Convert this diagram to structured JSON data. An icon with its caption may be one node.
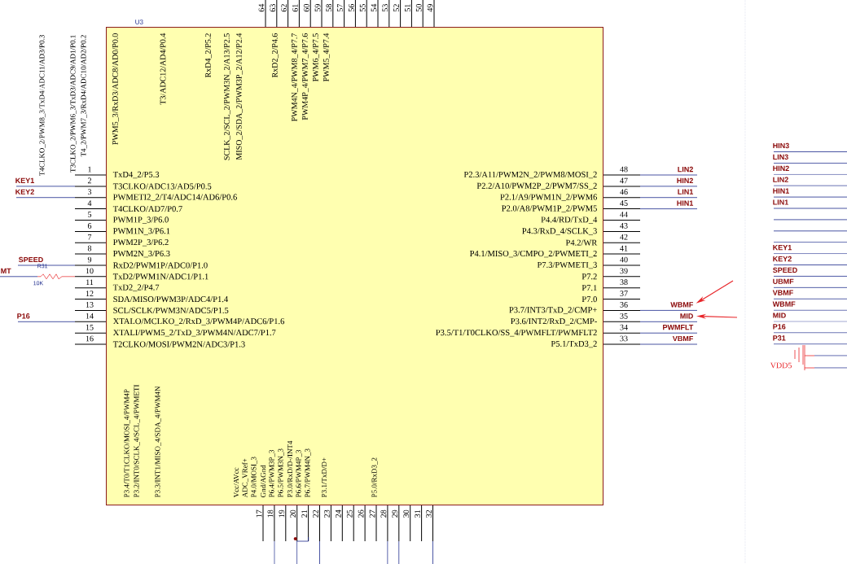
{
  "diagram": {
    "nodes": [
      {
        "text": [
          "TxD4_2/P5.3",
          "T3CLKO/ADC13/AD5/P0.5",
          "PWMETI2_2/T4/ADC14/AD6/P0.6",
          "T4CLKO/AD7/P0.7",
          "PWM1P_3/P6.0",
          "PWM1N_3/P6.1",
          "PWM2P_3/P6.2",
          "PWM2N_3/P6.3",
          "RxD2/PWM1P/ADC0/P1.0",
          "TxD2/PWM1N/ADC1/P1.1",
          "TxD2_2/P4.7",
          "SDA/MISO/PWM3P/ADC4/P1.4",
          "SCL/SCLK/PWM3N/ADC5/P1.5",
          "XTALO/MCLKO_2/RxD_3/PWM4P/ADC6/P1.6",
          "XTALI/PWM5_2/TxD_3/PWM4N/ADC7/P1.7",
          "T2CLKO/MOSI/PWM2N/ADC3/P1.3",
          "P2.3/A11/PWM2N_2/PWM8/MOSI_2",
          "P2.2/A10/PWM2P_2/PWM7/SS_2",
          "P2.1/A9/PWM1N_2/PWM6",
          "P2.0/A8/PWM1P_2/PWM5",
          "P4.4/RD/TxD_4",
          "P4.3/RxD_4/SCLK_3",
          "P4.2/WR",
          "P4.1/MISO_3/CMPO_2/PWMETI_2",
          "P7.3/PWMETI_3",
          "P7.2",
          "P7.1",
          "P7.0",
          "P3.7/INT3/TxD_2/CMP+",
          "P3.6/INT2/RxD_2/CMP-",
          "P3.5/T1/T0CLKO/SS_4/PWMFLT/PWMFLT2",
          "P5.1/TxD3_2",
          "PWM5_3/RxD3/ADC8/AD0/P0.0",
          "T3/ADC12/AD4/P0.4",
          "RxD4_2/P5.2",
          "SCLK_2/SCL_2/PWM3N_2/A13/P2.5",
          "MISO_2/SDA_2/PWM3P_2/A12/P2.4",
          "RxD2_2/P4.6",
          "PWM4N_4/PWM8_4/P7.7",
          "PWM4P_4/PWM7_4/P7.6",
          "PWM6_4/P7.5",
          "PWM5_4/P7.4",
          "P3.4/T0/T1CLKO/MOSI_4/PWM4P",
          "P3.2/INT0/SCLK_4/SCL_4/PWMETI",
          "P3.3/INT1/MISO_4/SDA_4/PWM4N",
          "Vcc/AVcc",
          "ADC_VRef+",
          "P4.0/MOSI_3",
          "Gnd/AGnd",
          "P6.4/PWM3P_3",
          "P6.5/PWM3N_3",
          "P3.0/RxD/D-/INT4",
          "P6.6/PWM4P_3",
          "P6.7/PWM4N_3",
          "P3.1/TxD/D+",
          "P5.0/RxD3_2"
        ]
      },
      {
        "text": [
          "WBMF"
        ]
      },
      {
        "text": [
          "MID"
        ]
      }
    ],
    "edges": [
      {
        "from": null,
        "to": 1,
        "arrow": "to"
      },
      {
        "from": null,
        "to": 2,
        "arrow": "to"
      }
    ],
    "labels": [
      "U3",
      "64",
      "63",
      "62",
      "61",
      "60",
      "59",
      "58",
      "57",
      "56",
      "55",
      "54",
      "53",
      "52",
      "51",
      "50",
      "49",
      "T4CLKO_2/PWM8_3/TxD4/ADC11/AD3/P0.3",
      "T3CLKO_2/PWM6_3/TxD3/ADC9/AD1/P0.1",
      "T4_2/PWM7_3/RxD4/ADC10/AD2/P0.2",
      "1",
      "2",
      "3",
      "4",
      "5",
      "6",
      "7",
      "8",
      "9",
      "10",
      "11",
      "12",
      "13",
      "14",
      "15",
      "16",
      "KEY1",
      "KEY2",
      "SPEED",
      "MT",
      "R31",
      "10K",
      "P16",
      "48",
      "47",
      "46",
      "45",
      "44",
      "43",
      "42",
      "41",
      "40",
      "39",
      "38",
      "37",
      "36",
      "35",
      "34",
      "33",
      "LIN2",
      "HIN2",
      "LIN1",
      "HIN1",
      "PWMFLT",
      "VBMF",
      "HIN3",
      "LIN3",
      "HIN2",
      "LIN2",
      "HIN1",
      "LIN1",
      "KEY1",
      "KEY2",
      "SPEED",
      "UBMF",
      "VBMF",
      "WBMF",
      "MID",
      "P16",
      "P31",
      "VDD5",
      "17",
      "18",
      "19",
      "20",
      "21",
      "22",
      "23",
      "24",
      "25",
      "26",
      "27",
      "28",
      "29",
      "30",
      "31",
      "32"
    ]
  }
}
